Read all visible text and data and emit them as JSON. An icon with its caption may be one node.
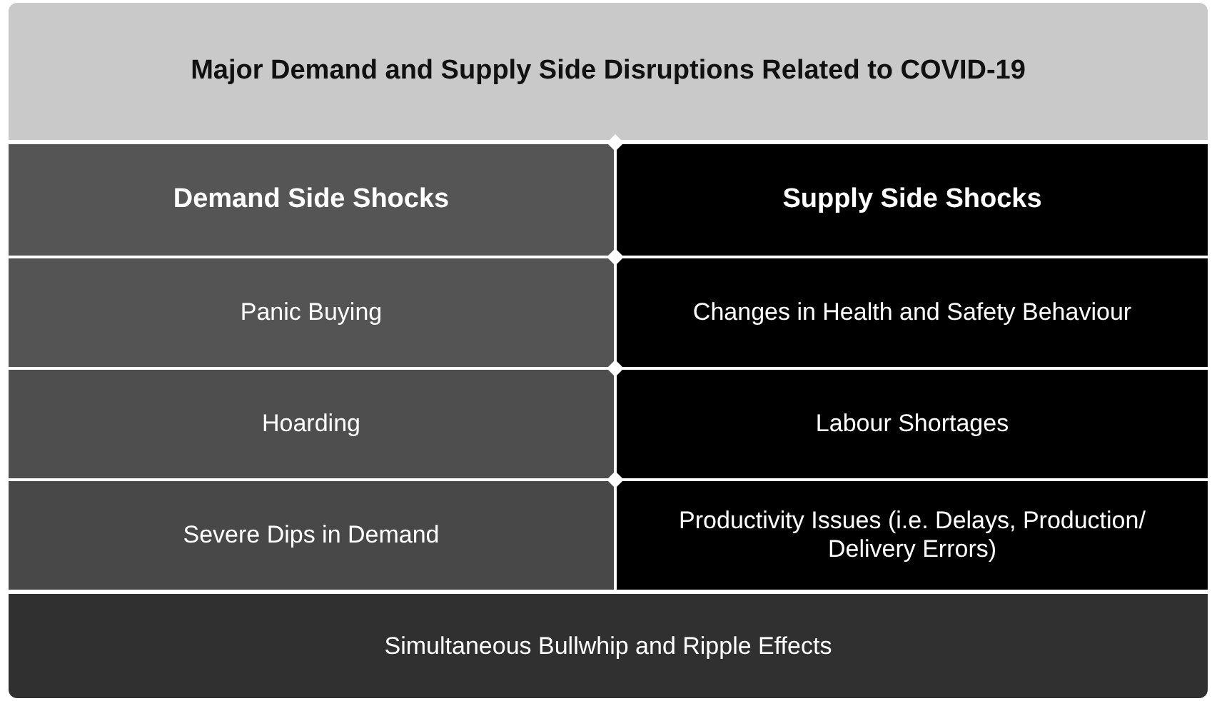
{
  "diagram": {
    "nodes": [
      {
        "text": [
          "Major Demand and Supply Side Disruptions Related to COVID-19"
        ]
      },
      {
        "text": [
          "Demand Side Shocks"
        ]
      },
      {
        "text": [
          "Supply Side Shocks"
        ]
      },
      {
        "text": [
          "Panic Buying"
        ]
      },
      {
        "text": [
          "Changes in Health and Safety Behaviour"
        ]
      },
      {
        "text": [
          "Hoarding"
        ]
      },
      {
        "text": [
          "Labour Shortages"
        ]
      },
      {
        "text": [
          "Severe Dips in Demand"
        ]
      },
      {
        "text": [
          "Productivity Issues (i.e. Delays, Production/ Delivery Errors)"
        ]
      },
      {
        "text": [
          "Simultaneous Bullwhip and Ripple Effects"
        ]
      }
    ]
  }
}
